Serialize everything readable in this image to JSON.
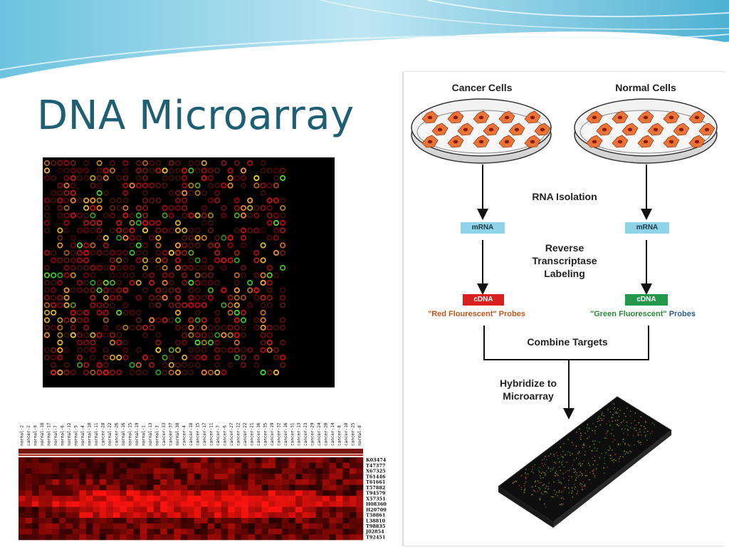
{
  "slide": {
    "title": "DNA Microarray"
  },
  "colors": {
    "title": "#1f5f73",
    "wave_light": "#a8dcec",
    "wave_dark": "#3aa5c9",
    "red_probe": "#d91f1f",
    "green_probe": "#23984a",
    "mrna": "#8fd3e8"
  },
  "diagram": {
    "cancer_label": "Cancer Cells",
    "normal_label": "Normal Cells",
    "rna_isolation": "RNA Isolation",
    "mrna_left": "mRNA",
    "mrna_right": "mRNA",
    "rt_line1": "Reverse",
    "rt_line2": "Transcriptase",
    "rt_line3": "Labeling",
    "cdna_left": "cDNA",
    "cdna_right": "cDNA",
    "red_probes_quote": "\"Red Flourescent\" Probes",
    "green_probes_quote": "\"Green Fluorescent\"",
    "green_probes_word": "Probes",
    "combine": "Combine Targets",
    "hybridize_line1": "Hybridize to",
    "hybridize_line2": "Microarray"
  },
  "heatmap": {
    "column_labels": [
      "normal-2",
      "cancer-2",
      "normal-9",
      "normal-18",
      "normal-17",
      "normal-7",
      "normal-6",
      "normal-12",
      "normal-5",
      "normal-4",
      "normal-10",
      "normal-11",
      "cancer-28",
      "normal-22",
      "cancer-26",
      "normal-16",
      "normal-15",
      "normal-19",
      "normal-1",
      "normal-13",
      "normal-3",
      "cancer-33",
      "cancer-37",
      "normal-30",
      "cancer-4",
      "cancer-18",
      "cancer-15",
      "cancer-17",
      "cancer-11",
      "cancer-7",
      "cancer-6",
      "cancer-27",
      "cancer-12",
      "cancer-22",
      "cancer-21",
      "cancer-36",
      "cancer-35",
      "cancer-19",
      "cancer-32",
      "cancer-16",
      "cancer-31",
      "cancer-13",
      "cancer-23",
      "cancer-29",
      "cancer-24",
      "cancer-20",
      "cancer-14",
      "cancer-8",
      "cancer-10",
      "cancer-25",
      "normal-8"
    ],
    "row_labels": [
      "K03474",
      "T47377",
      "X67325",
      "T61446",
      "T61661",
      "T57882",
      "T94579",
      "X57351",
      "H08360",
      "H20709",
      "T58861",
      "L38810",
      "T98835",
      "J02854",
      "T92451"
    ]
  }
}
